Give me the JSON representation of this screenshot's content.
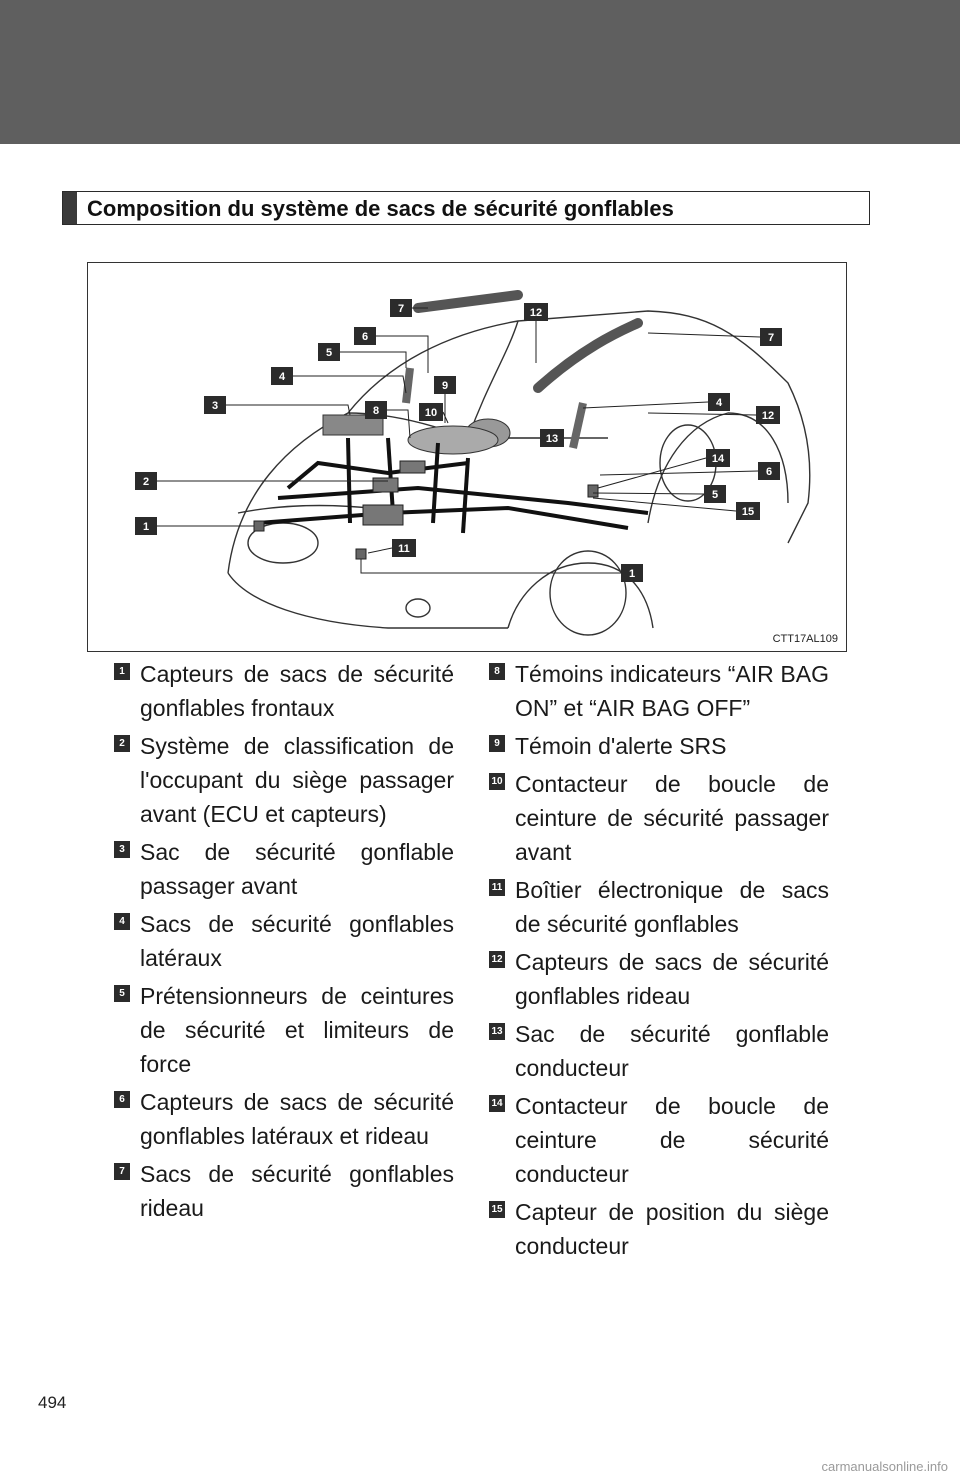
{
  "section_title": "Composition du système de sacs de sécurité gonflables",
  "figure": {
    "code": "CTT17AL109",
    "callouts": [
      "7",
      "12",
      "6",
      "5",
      "4",
      "9",
      "3",
      "8",
      "10",
      "13",
      "2",
      "1",
      "11",
      "1",
      "7",
      "4",
      "12",
      "14",
      "6",
      "5",
      "15"
    ]
  },
  "items": [
    {
      "num": "1",
      "text": "Capteurs de sacs de sécurité gonflables frontaux"
    },
    {
      "num": "2",
      "text": "Système de classification de l'occupant du siège passager avant (ECU et capteurs)"
    },
    {
      "num": "3",
      "text": "Sac de sécurité gonflable passager avant"
    },
    {
      "num": "4",
      "text": "Sacs de sécurité gonflables latéraux"
    },
    {
      "num": "5",
      "text": "Prétensionneurs de ceintures de sécurité et limiteurs de force"
    },
    {
      "num": "6",
      "text": "Capteurs de sacs de sécurité gonflables latéraux et rideau"
    },
    {
      "num": "7",
      "text": "Sacs de sécurité gonflables rideau"
    },
    {
      "num": "8",
      "text": "Témoins indicateurs “AIR BAG ON” et “AIR BAG OFF”"
    },
    {
      "num": "9",
      "text": "Témoin d'alerte SRS"
    },
    {
      "num": "10",
      "text": "Contacteur de boucle de ceinture de sécurité passager avant"
    },
    {
      "num": "11",
      "text": "Boîtier électronique de sacs de sécurité gonflables"
    },
    {
      "num": "12",
      "text": "Capteurs de sacs de sécurité gonflables rideau"
    },
    {
      "num": "13",
      "text": "Sac de sécurité gonflable conducteur"
    },
    {
      "num": "14",
      "text": "Contacteur de boucle de ceinture de sécurité conducteur"
    },
    {
      "num": "15",
      "text": "Capteur de position du siège conducteur"
    }
  ],
  "page_number": "494",
  "watermark": "carmanualsonline.info"
}
